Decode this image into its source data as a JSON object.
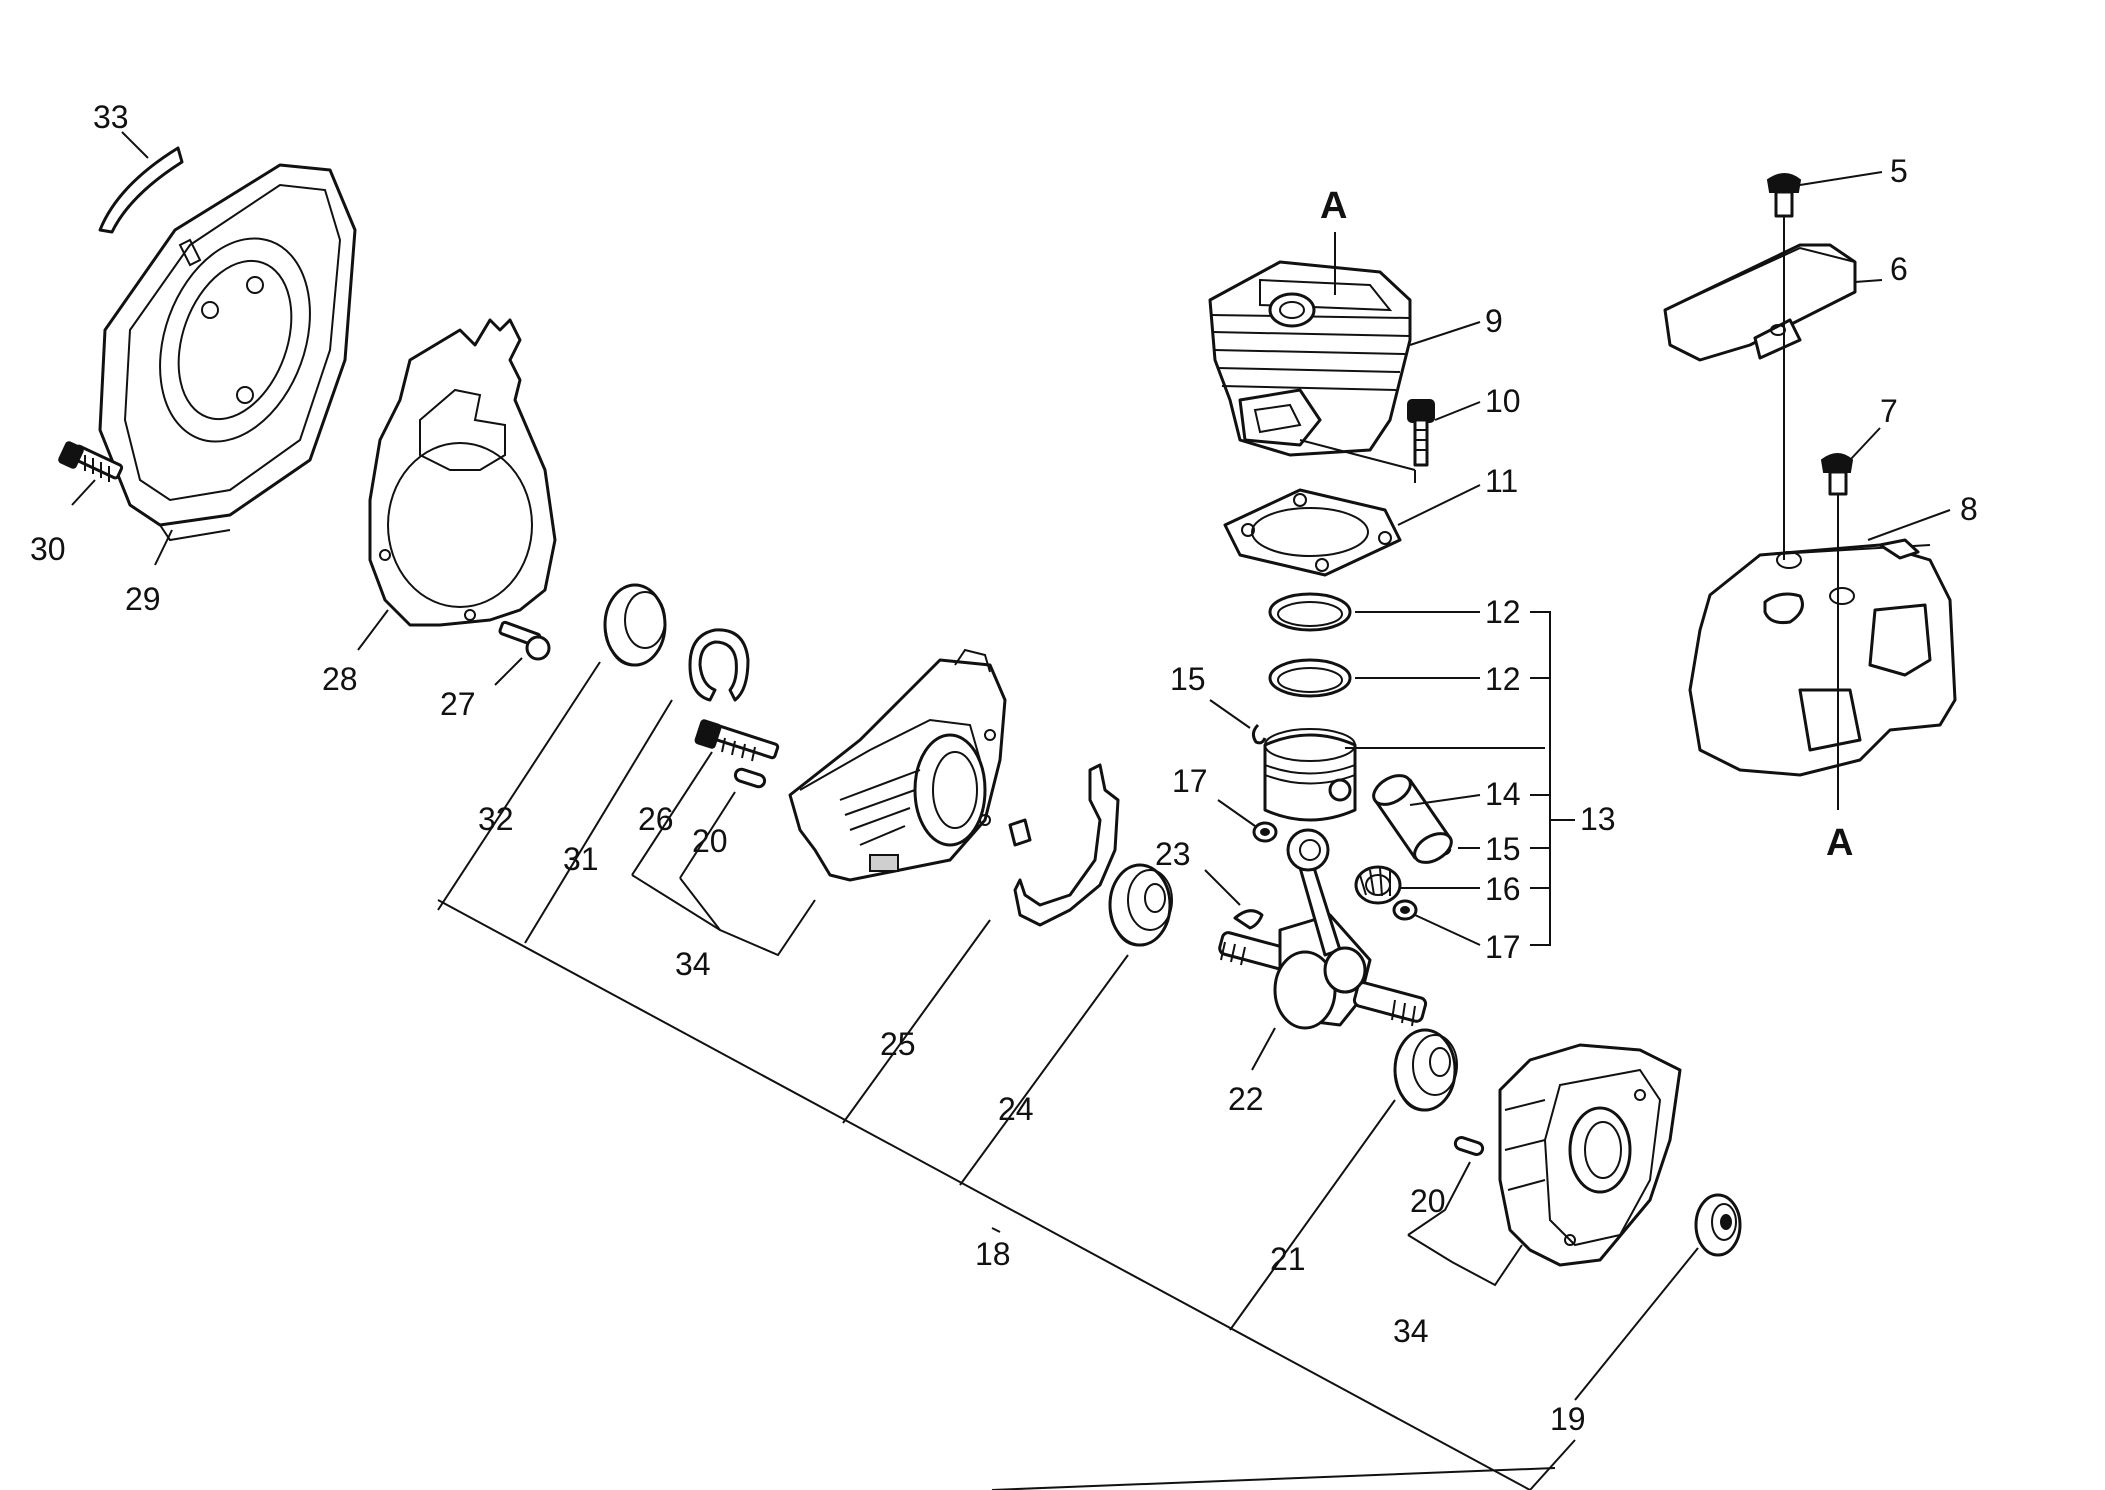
{
  "labels": {
    "n33": "33",
    "n30": "30",
    "n29": "29",
    "n28": "28",
    "n27": "27",
    "n32": "32",
    "n31": "31",
    "n26": "26",
    "n20a": "20",
    "n34a": "34",
    "n25": "25",
    "n24": "24",
    "n18": "18",
    "n22": "22",
    "n21": "21",
    "n20b": "20",
    "n34b": "34",
    "n19": "19",
    "n23": "23",
    "n15a": "15",
    "n17a": "17",
    "n12a": "12",
    "n12b": "12",
    "n14": "14",
    "n13": "13",
    "n15b": "15",
    "n16": "16",
    "n17b": "17",
    "n9": "9",
    "n10": "10",
    "n11": "11",
    "n5": "5",
    "n6": "6",
    "n7": "7",
    "n8": "8",
    "refA1": "A",
    "refA2": "A"
  }
}
